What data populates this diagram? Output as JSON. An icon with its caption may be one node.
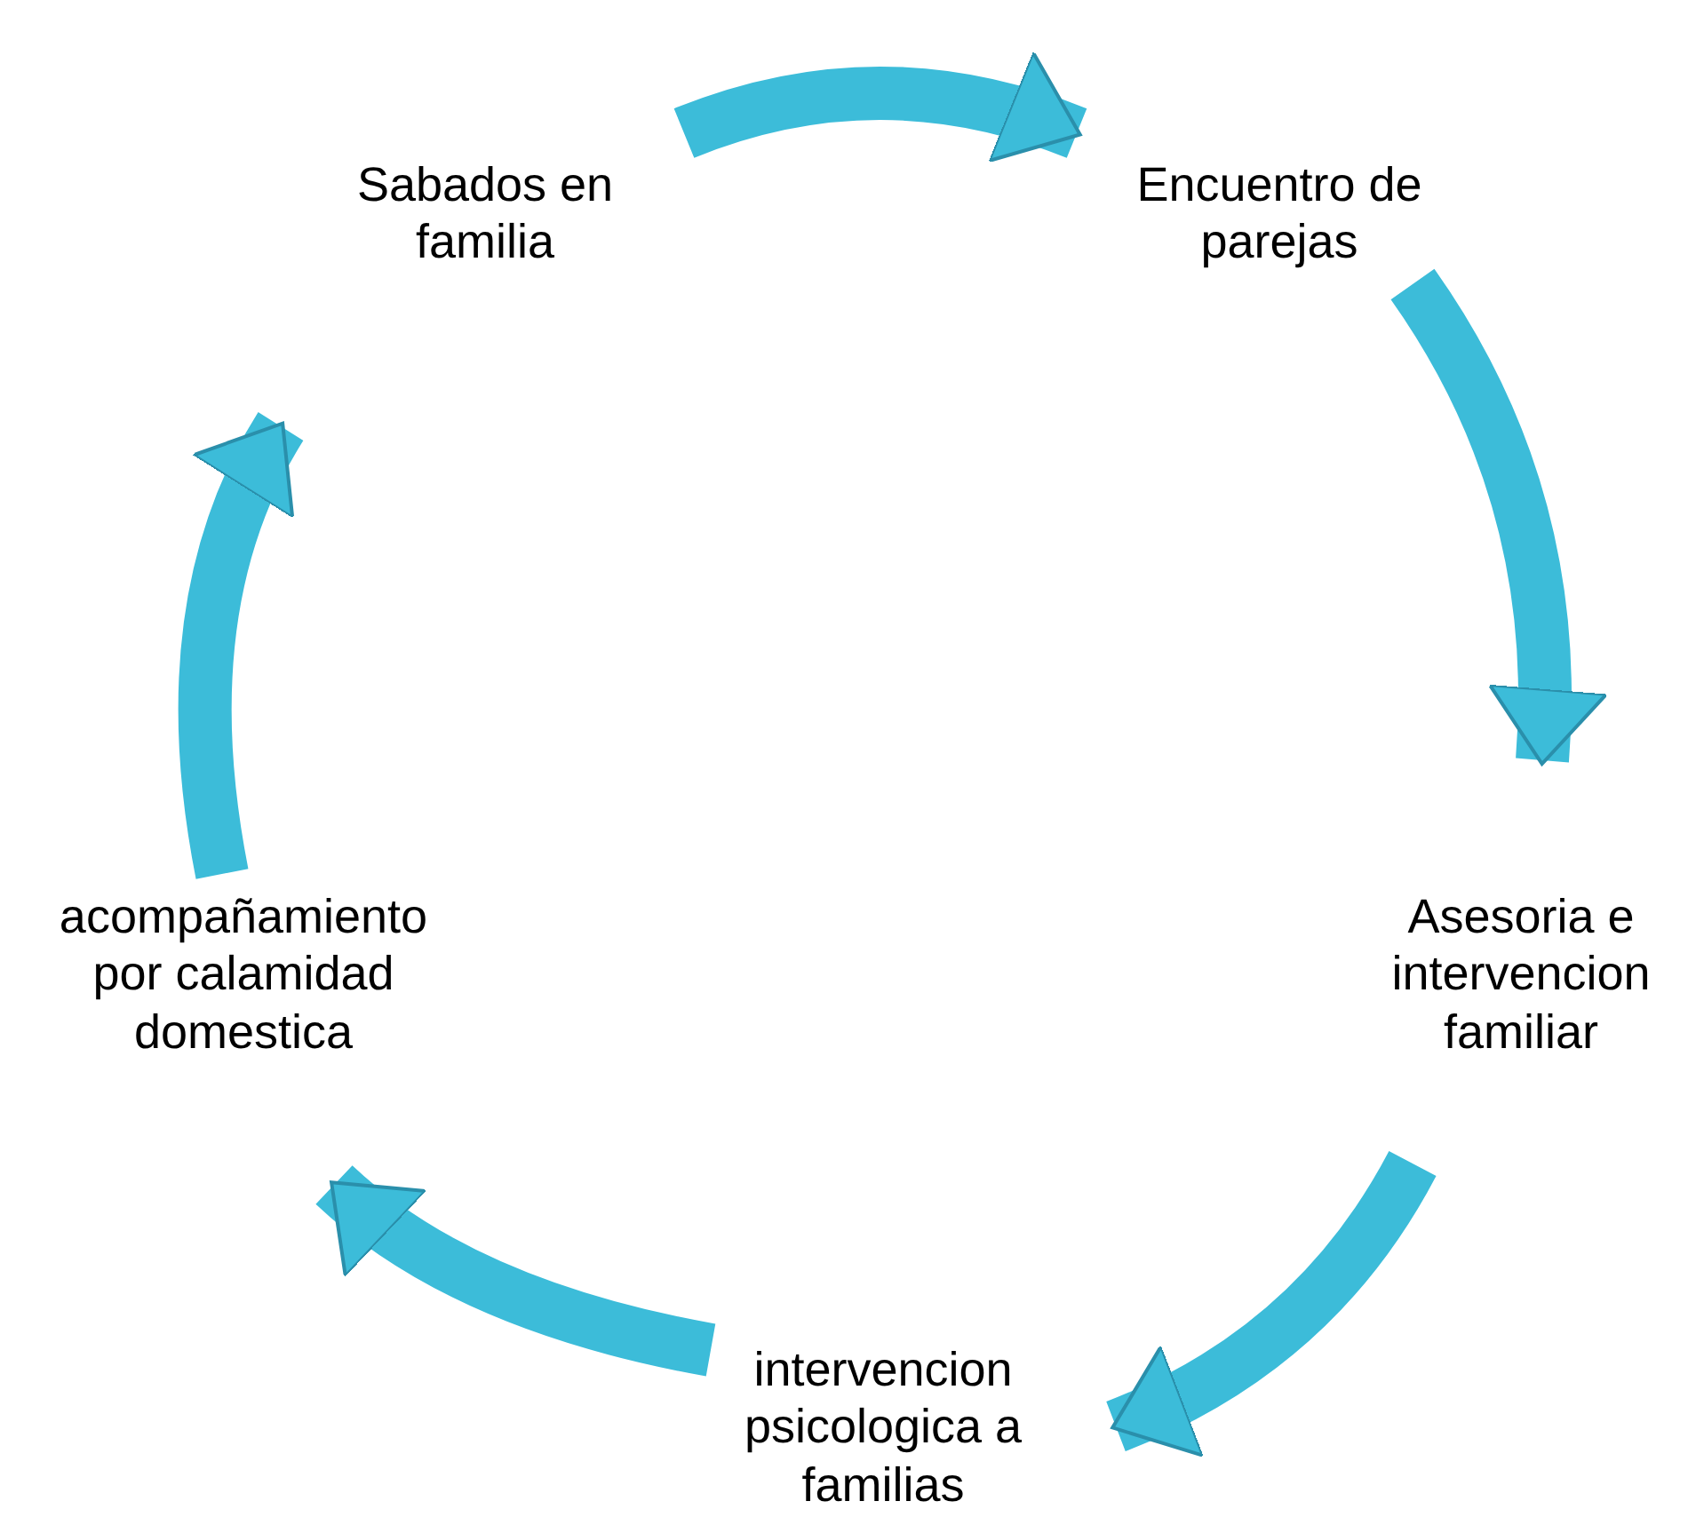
{
  "diagram": {
    "nodes": [
      {
        "text": [
          "Sabados en familia"
        ]
      },
      {
        "text": [
          "Encuentro de parejas"
        ]
      },
      {
        "text": [
          "Asesoria e intervencion familiar"
        ]
      },
      {
        "text": [
          "intervencion psicologica a familias"
        ]
      },
      {
        "text": [
          "acompañamiento por calamidad domestica"
        ]
      }
    ],
    "edges": [
      {
        "from": 0,
        "to": 1,
        "arrow": "to"
      },
      {
        "from": 1,
        "to": 2,
        "arrow": "to"
      },
      {
        "from": 2,
        "to": 3,
        "arrow": "to"
      },
      {
        "from": 3,
        "to": 4,
        "arrow": "to"
      },
      {
        "from": 4,
        "to": 0,
        "arrow": "to"
      }
    ]
  }
}
